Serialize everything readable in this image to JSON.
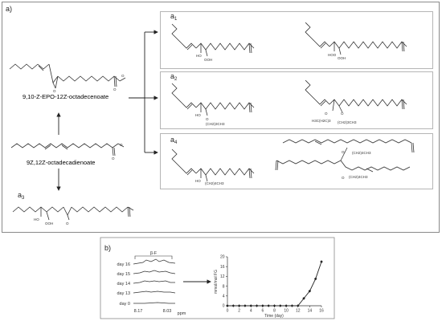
{
  "panel_a": {
    "label": "a)",
    "compound_epo": "9,10-Z-EPO-12Z-octadecenoate",
    "compound_diene": "9Z,12Z-octadecadienoate",
    "box_labels": {
      "a1": "a",
      "a1_sub": "1",
      "a2": "a",
      "a2_sub": "2",
      "a3": "a",
      "a3_sub": "3",
      "a4": "a",
      "a4_sub": "4"
    },
    "groups": {
      "ho": "HO",
      "ooh": "OOH",
      "hoo": "HOO",
      "o": "O",
      "ch2_3ch3_a": "(CH2)3CH3",
      "ch2_3ch3_b": "(CH2)3CH3",
      "ch2_3ch3_c": "(CH2)3CH3",
      "h3c_ch2_3": "H3C(H2C)3",
      "ch2_4ch3_a": "(CH2)4CH3",
      "ch2_4ch3_b": "(CH2)4CH3",
      "ch2_4ch3_c": "(CH2)4CH3"
    }
  },
  "panel_b": {
    "label": "b)",
    "nmr": {
      "peak_label": "β-F",
      "days": [
        "day 16",
        "day 15",
        "day 14",
        "day 13",
        "day 0"
      ],
      "x_left": "8.17",
      "x_right": "8.03",
      "x_unit": "ppm"
    },
    "chart_data": {
      "type": "line",
      "x": [
        0,
        1,
        2,
        3,
        4,
        5,
        6,
        7,
        8,
        9,
        10,
        11,
        12,
        13,
        14,
        15,
        16
      ],
      "values": [
        0,
        0,
        0,
        0,
        0,
        0,
        0,
        0,
        0,
        0,
        0,
        0,
        0,
        3,
        6,
        11,
        18
      ],
      "xlim": [
        0,
        16
      ],
      "ylim": [
        0,
        20
      ],
      "xticks": [
        0,
        2,
        4,
        6,
        8,
        10,
        12,
        14,
        16
      ],
      "yticks": [
        0,
        4,
        8,
        12,
        16,
        20
      ],
      "xlabel": "Time (day)",
      "ylabel": "mmol/mol FG",
      "grid": false,
      "marker": "diamond",
      "color": "#222222"
    }
  }
}
